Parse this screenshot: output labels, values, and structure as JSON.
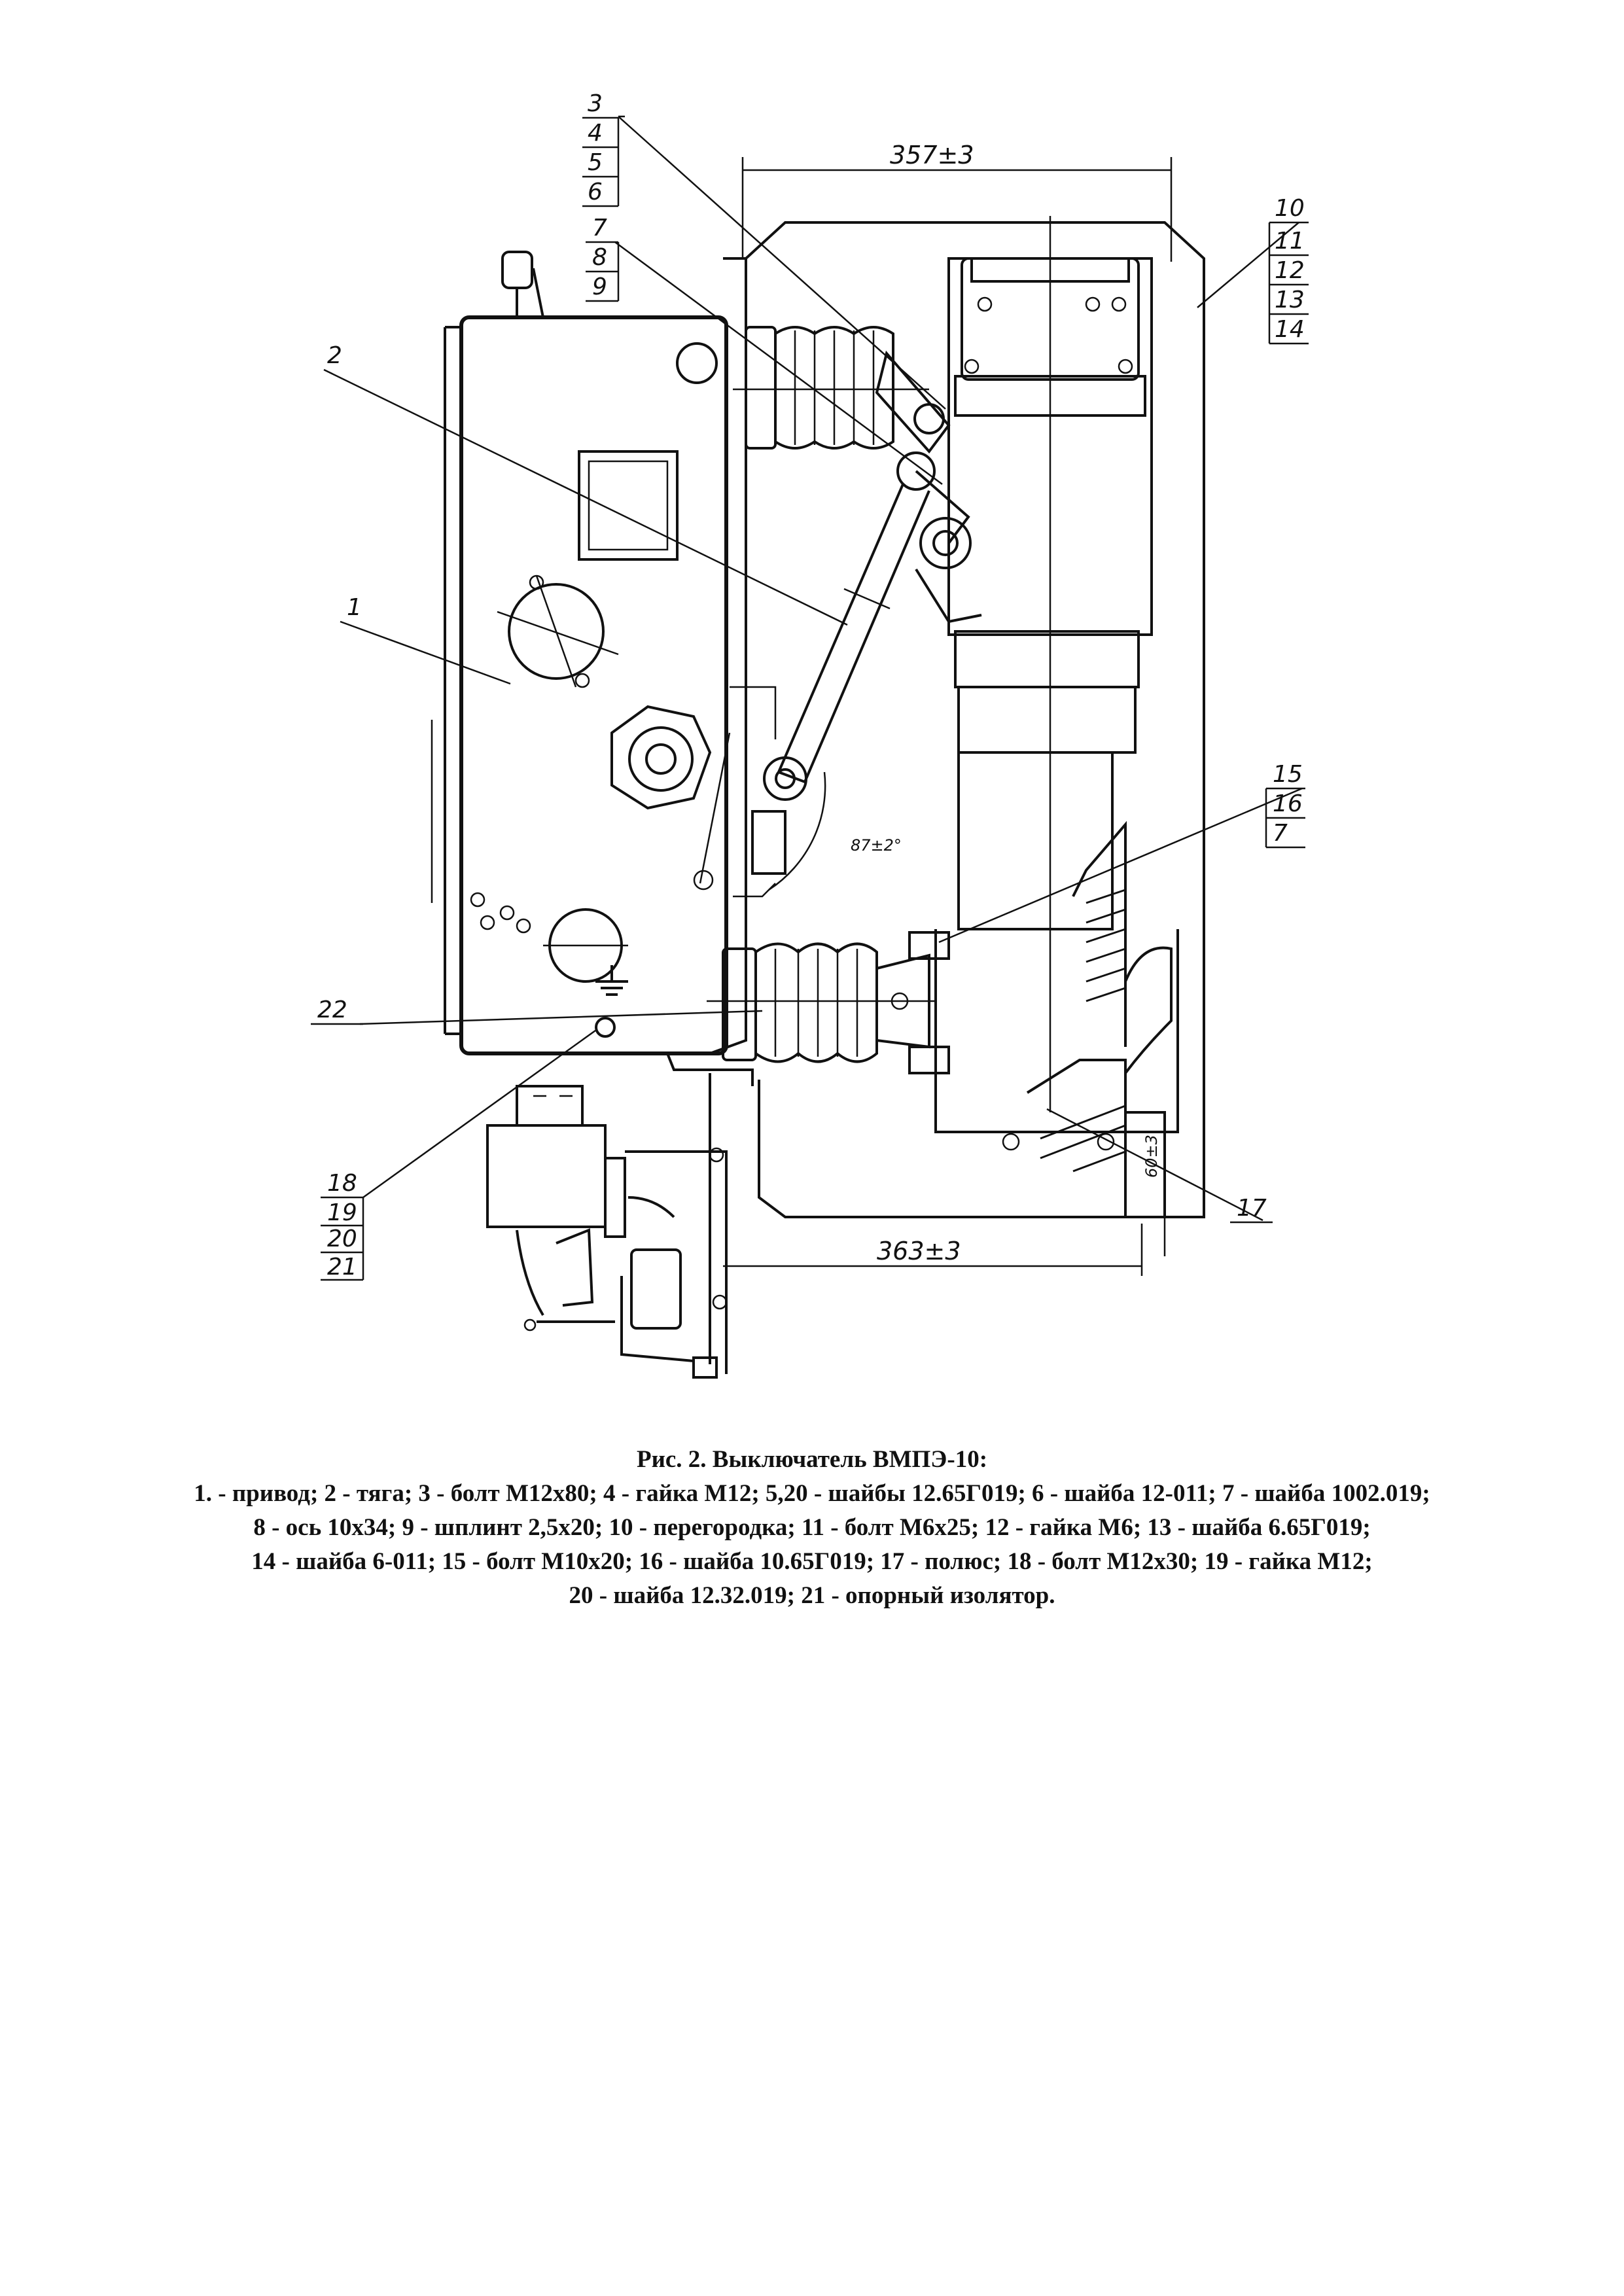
{
  "callouts": {
    "c1": "1",
    "c2": "2",
    "stack_top": [
      "3",
      "4",
      "5",
      "6"
    ],
    "stack_mid": [
      "7",
      "8",
      "9"
    ],
    "stack_right": [
      "10",
      "11",
      "12",
      "13",
      "14"
    ],
    "stack_center": [
      "15",
      "16",
      "7"
    ],
    "c17": "17",
    "c22": "22",
    "stack_bottom": [
      "18",
      "19",
      "20",
      "21"
    ]
  },
  "dimensions": {
    "top": "357±3",
    "bottom": "363±3",
    "angle": "87±2°",
    "side": "60±3"
  },
  "caption": {
    "title": "Рис. 2. Выключатель ВМПЭ-10:",
    "lines": [
      "1. - привод; 2 - тяга; 3 - болт М12х80; 4 - гайка М12; 5,20 - шайбы 12.65Г019; 6 - шайба 12-011; 7 - шайба 1002.019;",
      "8 - ось 10х34; 9 - шплинт 2,5х20; 10 - перегородка; 11 - болт М6х25; 12 - гайка М6; 13 - шайба 6.65Г019;",
      "14 - шайба 6-011; 15 - болт М10х20; 16 - шайба 10.65Г019; 17 - полюс; 18 - болт М12х30; 19 - гайка М12;",
      "20 - шайба 12.32.019; 21 - опорный изолятор."
    ]
  }
}
